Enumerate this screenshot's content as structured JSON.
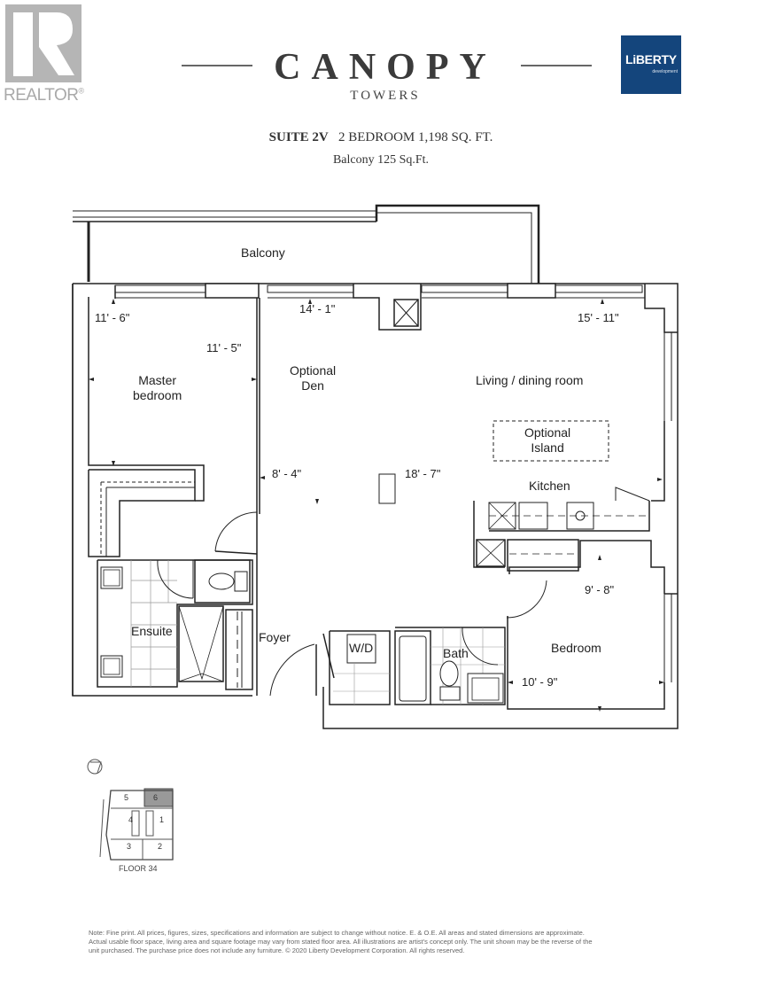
{
  "header": {
    "realtor_logo": {
      "text": "REALTOR",
      "mark": "®",
      "icon": "realtor-r-icon"
    },
    "brand": {
      "title": "CANOPY",
      "subtitle": "TOWERS"
    },
    "developer_logo": {
      "name": "LiBERTY",
      "sub": "development",
      "color": "#14457c"
    }
  },
  "suite": {
    "name": "SUITE 2V",
    "type": "2 BEDROOM",
    "area": "1,198 SQ. FT.",
    "balcony": "Balcony 125 Sq.Ft."
  },
  "floorplan": {
    "rooms": [
      {
        "id": "balcony",
        "label": "Balcony"
      },
      {
        "id": "master",
        "label": "Master\nbedroom"
      },
      {
        "id": "den",
        "label": "Optional\nDen"
      },
      {
        "id": "living",
        "label": "Living / dining room"
      },
      {
        "id": "island",
        "label": "Optional\nIsland"
      },
      {
        "id": "kitchen",
        "label": "Kitchen"
      },
      {
        "id": "ensuite",
        "label": "Ensuite"
      },
      {
        "id": "foyer",
        "label": "Foyer"
      },
      {
        "id": "wd",
        "label": "W/D"
      },
      {
        "id": "bath",
        "label": "Bath"
      },
      {
        "id": "bedroom",
        "label": "Bedroom"
      }
    ],
    "dimensions": {
      "master_depth": "11' - 6\"",
      "master_width": "11' - 5\"",
      "den_depth": "14' - 1\"",
      "living_depth": "15' - 11\"",
      "den_width": "8' - 4\"",
      "living_width": "18' - 7\"",
      "bedroom_depth": "9' - 8\"",
      "bedroom_width": "10' - 9\""
    }
  },
  "keyplan": {
    "floor_label": "FLOOR 34",
    "units": [
      "1",
      "2",
      "3",
      "4",
      "5",
      "6"
    ],
    "highlighted_unit": "6",
    "compass_icon": "north-arrow-icon"
  },
  "note": {
    "line1": "Note: Fine print. All prices, figures, sizes, specifications and information are subject to change without notice. E. & O.E. All areas and stated dimensions are approximate.",
    "line2": "Actual usable floor space, living area and square footage may vary from stated floor area. All illustrations are artist's concept only. The unit shown may be the reverse of the",
    "line3": "unit purchased. The purchase price does not include any furniture. © 2020 Liberty Development Corporation. All rights reserved."
  }
}
